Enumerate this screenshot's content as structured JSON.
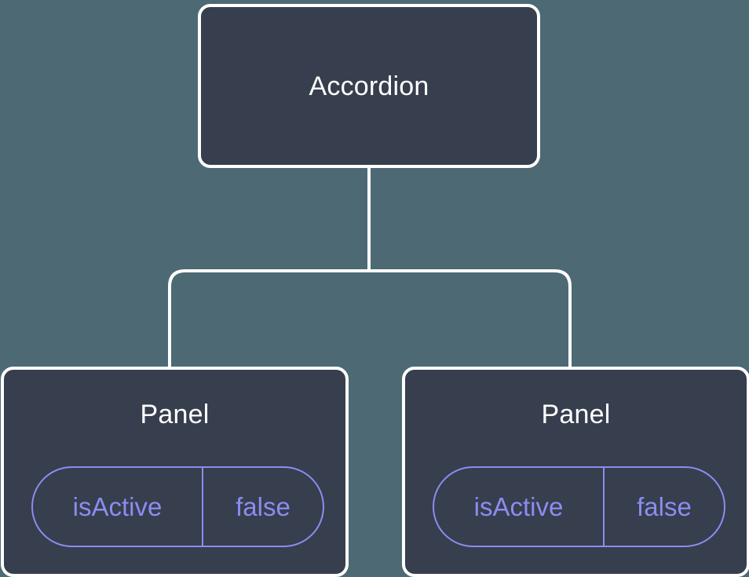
{
  "diagram": {
    "type": "component-tree",
    "background_color": "#4d6a74",
    "node_fill_color": "#373e4d",
    "node_border_color": "#ffffff",
    "accent_color": "#8b8cf2",
    "edge_color": "#ffffff"
  },
  "root": {
    "label": "Accordion"
  },
  "children": [
    {
      "label": "Panel",
      "state": {
        "key": "isActive",
        "value": "false"
      }
    },
    {
      "label": "Panel",
      "state": {
        "key": "isActive",
        "value": "false"
      }
    }
  ]
}
